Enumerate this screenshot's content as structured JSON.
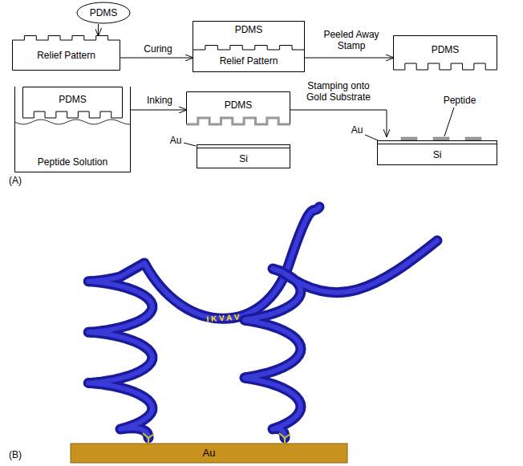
{
  "diagram": {
    "nodes": [
      {
        "text": [
          "PDMS"
        ]
      },
      {
        "text": [
          "Relief Pattern"
        ]
      },
      {
        "text": [
          "PDMS"
        ]
      },
      {
        "text": [
          "Relief Pattern"
        ],
        "in": 2
      },
      {
        "text": [
          "PDMS"
        ]
      },
      {
        "text": [
          "Peptide Solution"
        ]
      },
      {
        "text": [
          "PDMS"
        ],
        "in": 5
      },
      {
        "text": [
          "PDMS"
        ]
      },
      {
        "text": [
          "Si"
        ]
      },
      {
        "text": [
          "Si"
        ]
      },
      {
        "text": [
          "Au"
        ]
      }
    ],
    "edges": [
      {
        "from": 0,
        "to": 1,
        "arrow": "to"
      },
      {
        "from": 1,
        "to": 2,
        "arrow": "to",
        "label": "Curing"
      },
      {
        "from": 2,
        "to": 4,
        "arrow": "to",
        "label": "Peeled Away Stamp"
      },
      {
        "from": 5,
        "to": 7,
        "arrow": "to",
        "label": "Inking"
      },
      {
        "from": 7,
        "to": 9,
        "arrow": "to",
        "label": "Stamping onto Gold Substrate"
      }
    ],
    "labels": [
      "Au",
      "Peptide",
      "Au",
      "(A)",
      "I K V A V",
      "(B)"
    ]
  }
}
